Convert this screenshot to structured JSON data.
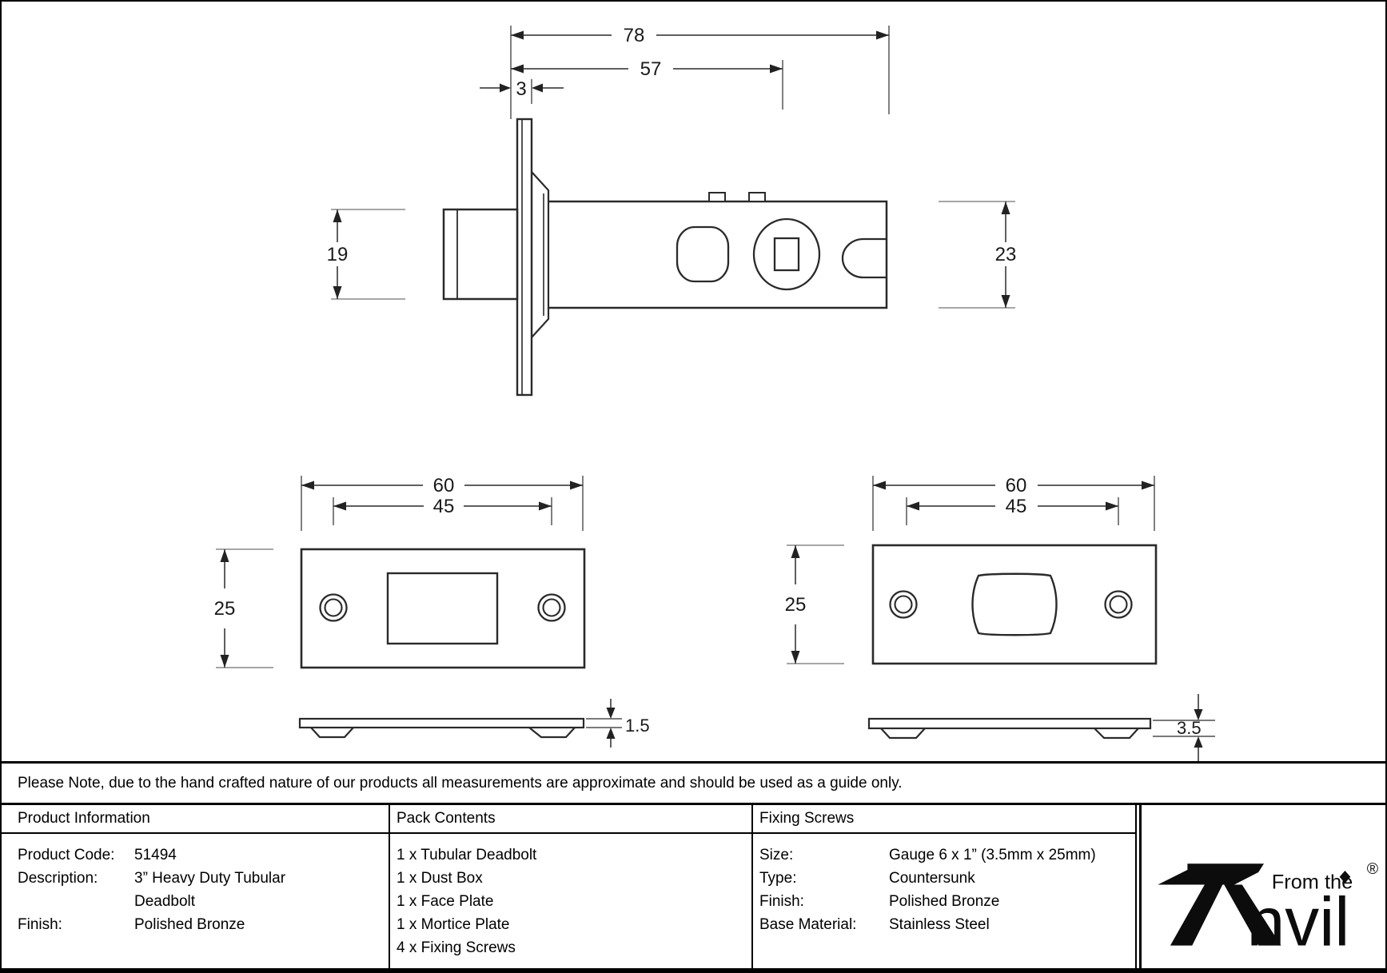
{
  "drawing": {
    "side_view": {
      "overall_length": "78",
      "backset": "57",
      "faceplate_thickness": "3",
      "bolt_height": "19",
      "case_height": "23"
    },
    "face_plate": {
      "width": "60",
      "screw_spacing": "45",
      "height": "25",
      "thickness": "1.5"
    },
    "mortice_plate": {
      "width": "60",
      "screw_spacing": "45",
      "height": "25",
      "thickness": "3.5"
    }
  },
  "note": "Please Note, due to the hand crafted nature of our products all measurements are approximate and should be used as a guide only.",
  "table": {
    "product_information": {
      "header": "Product Information",
      "rows": [
        {
          "label": "Product Code:",
          "value": "51494"
        },
        {
          "label": "Description:",
          "value": "3” Heavy Duty Tubular"
        },
        {
          "label": "",
          "value": "Deadbolt"
        },
        {
          "label": "Finish:",
          "value": "Polished Bronze"
        }
      ]
    },
    "pack_contents": {
      "header": "Pack Contents",
      "items": [
        "1 x Tubular Deadbolt",
        "1 x Dust Box",
        "1 x Face Plate",
        "1 x Mortice Plate",
        "4 x Fixing Screws"
      ]
    },
    "fixing_screws": {
      "header": "Fixing Screws",
      "rows": [
        {
          "label": "Size:",
          "value": "Gauge 6 x 1” (3.5mm x 25mm)"
        },
        {
          "label": "Type:",
          "value": "Countersunk"
        },
        {
          "label": "Finish:",
          "value": "Polished Bronze"
        },
        {
          "label": "Base Material:",
          "value": "Stainless Steel"
        }
      ]
    }
  },
  "logo": {
    "from_the": "From the",
    "name_rest": "nvil",
    "registered": "®"
  }
}
